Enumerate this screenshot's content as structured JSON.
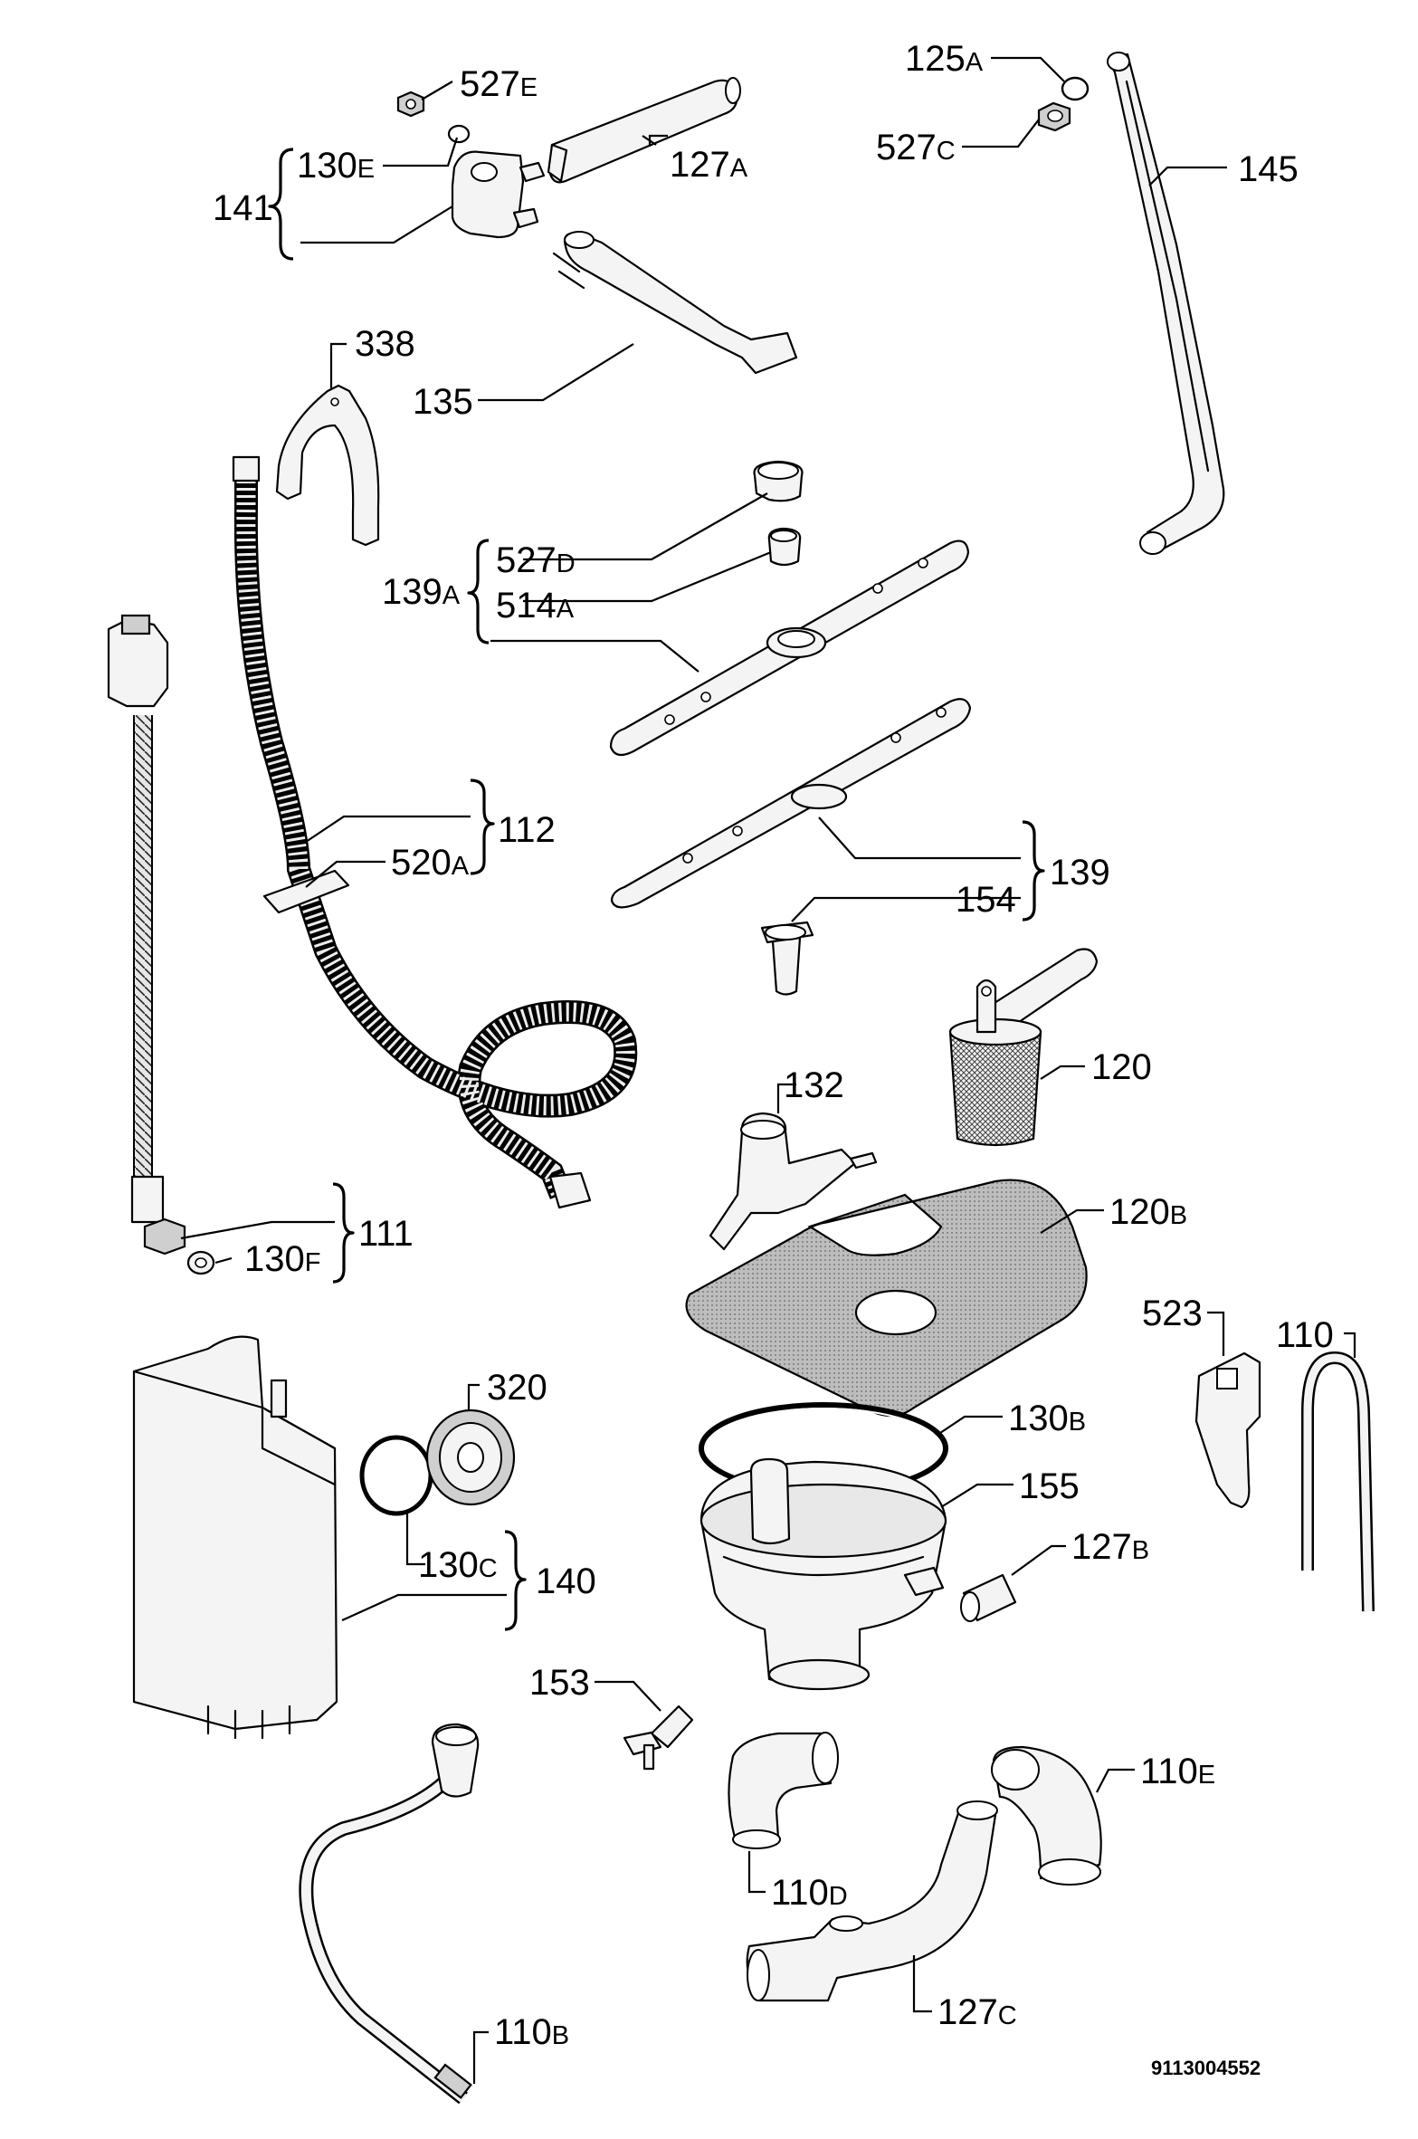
{
  "labels": [
    {
      "id": "527e",
      "main": "527",
      "suffix": "E"
    },
    {
      "id": "125a",
      "main": "125",
      "suffix": "A"
    },
    {
      "id": "527c",
      "main": "527",
      "suffix": "C"
    },
    {
      "id": "145",
      "main": "145",
      "suffix": ""
    },
    {
      "id": "130e",
      "main": "130",
      "suffix": "E"
    },
    {
      "id": "127a",
      "main": "127",
      "suffix": "A"
    },
    {
      "id": "141",
      "main": "141",
      "suffix": ""
    },
    {
      "id": "338",
      "main": "338",
      "suffix": ""
    },
    {
      "id": "135",
      "main": "135",
      "suffix": ""
    },
    {
      "id": "527d",
      "main": "527",
      "suffix": "D"
    },
    {
      "id": "139a",
      "main": "139",
      "suffix": "A"
    },
    {
      "id": "514a",
      "main": "514",
      "suffix": "A"
    },
    {
      "id": "112",
      "main": "112",
      "suffix": ""
    },
    {
      "id": "520a",
      "main": "520",
      "suffix": "A"
    },
    {
      "id": "139",
      "main": "139",
      "suffix": ""
    },
    {
      "id": "154",
      "main": "154",
      "suffix": ""
    },
    {
      "id": "120",
      "main": "120",
      "suffix": ""
    },
    {
      "id": "132",
      "main": "132",
      "suffix": ""
    },
    {
      "id": "120b",
      "main": "120",
      "suffix": "B"
    },
    {
      "id": "111",
      "main": "111",
      "suffix": ""
    },
    {
      "id": "130f",
      "main": "130",
      "suffix": "F"
    },
    {
      "id": "523",
      "main": "523",
      "suffix": ""
    },
    {
      "id": "110",
      "main": "110",
      "suffix": ""
    },
    {
      "id": "320",
      "main": "320",
      "suffix": ""
    },
    {
      "id": "130b",
      "main": "130",
      "suffix": "B"
    },
    {
      "id": "155",
      "main": "155",
      "suffix": ""
    },
    {
      "id": "127b",
      "main": "127",
      "suffix": "B"
    },
    {
      "id": "130c",
      "main": "130",
      "suffix": "C"
    },
    {
      "id": "140",
      "main": "140",
      "suffix": ""
    },
    {
      "id": "153",
      "main": "153",
      "suffix": ""
    },
    {
      "id": "110e",
      "main": "110",
      "suffix": "E"
    },
    {
      "id": "110d",
      "main": "110",
      "suffix": "D"
    },
    {
      "id": "110b",
      "main": "110",
      "suffix": "B"
    },
    {
      "id": "127c",
      "main": "127",
      "suffix": "C"
    }
  ],
  "document_number": "9113004552"
}
